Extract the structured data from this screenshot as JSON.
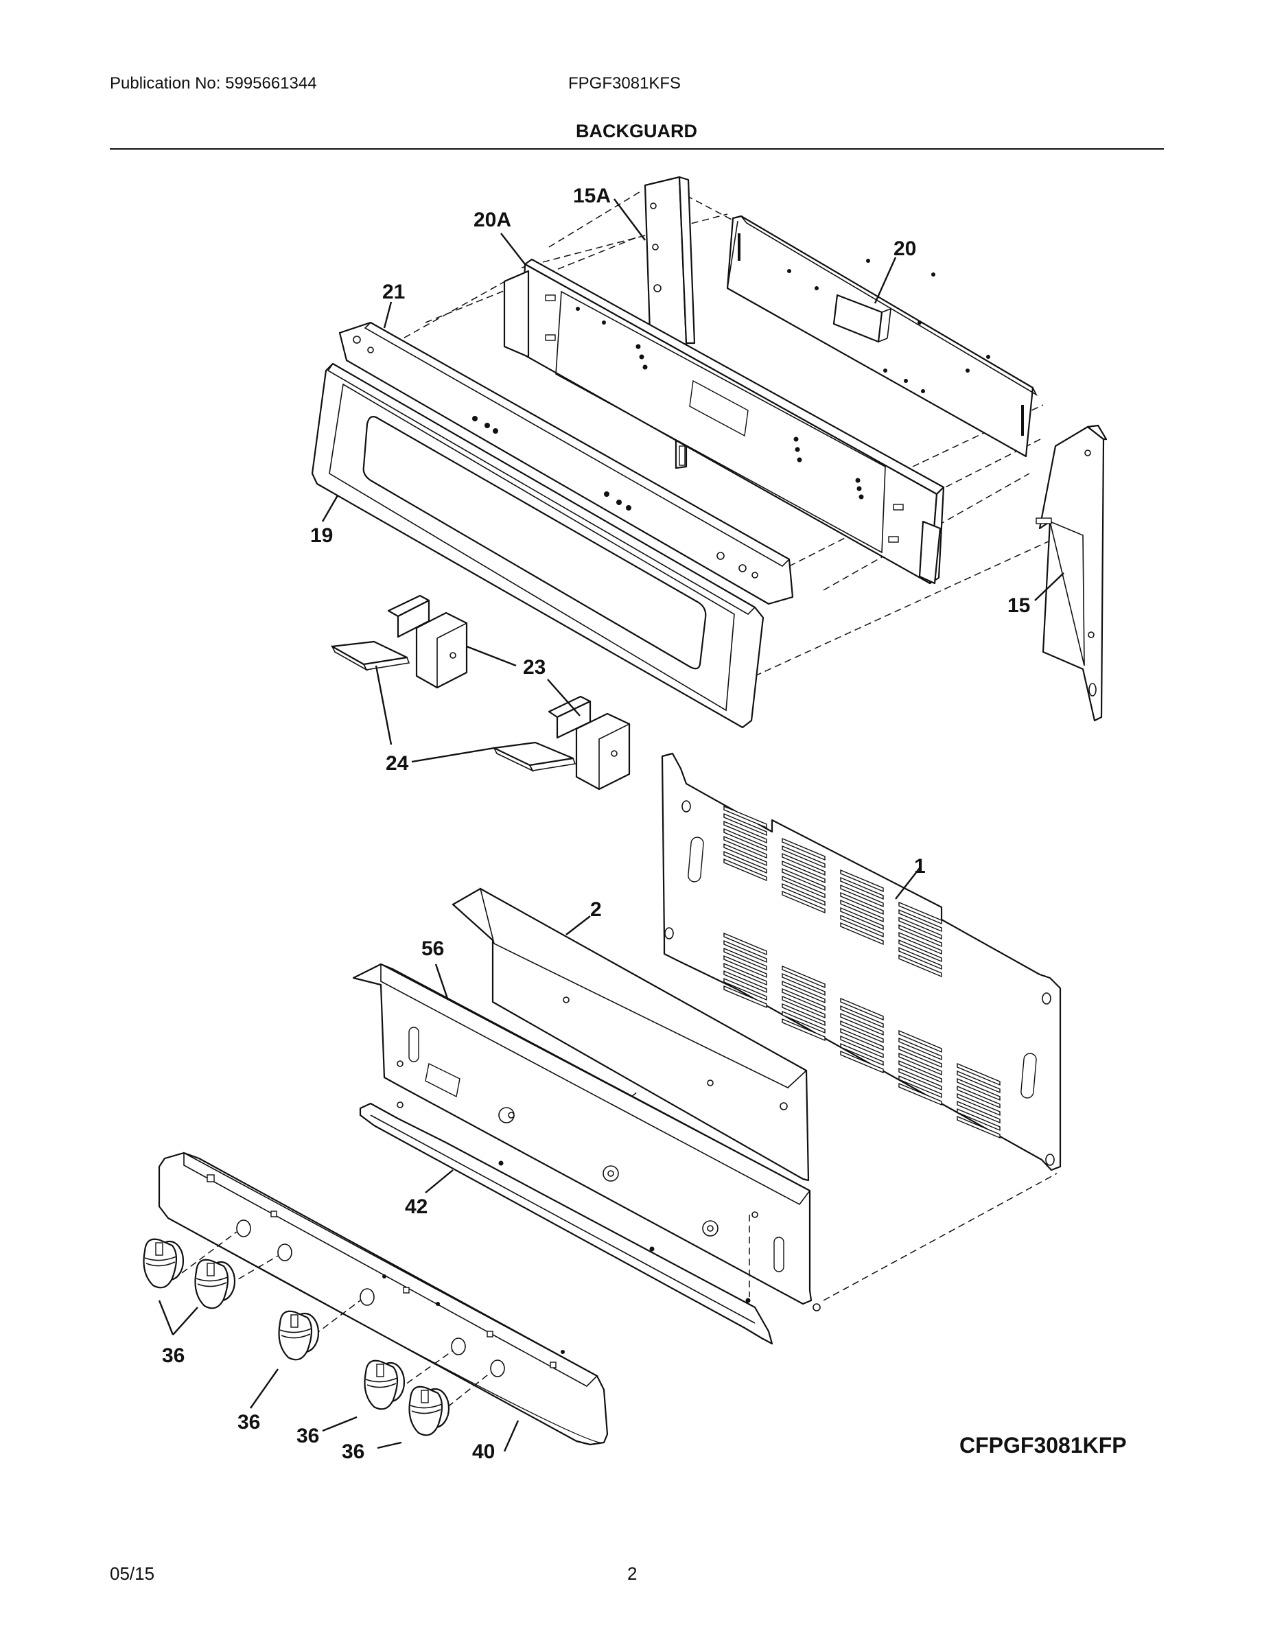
{
  "header": {
    "publication": "Publication No: 5995661344",
    "model": "FPGF3081KFS",
    "section": "BACKGUARD"
  },
  "callouts": {
    "c15A": "15A",
    "c20A": "20A",
    "c20": "20",
    "c21": "21",
    "c19": "19",
    "c15": "15",
    "c23": "23",
    "c24": "24",
    "c1": "1",
    "c2": "2",
    "c56": "56",
    "c42": "42",
    "c36a": "36",
    "c36b": "36",
    "c36c": "36",
    "c36d": "36",
    "c40": "40"
  },
  "diagram_code": "CFPGF3081KFP",
  "footer": {
    "date": "05/15",
    "page": "2"
  }
}
